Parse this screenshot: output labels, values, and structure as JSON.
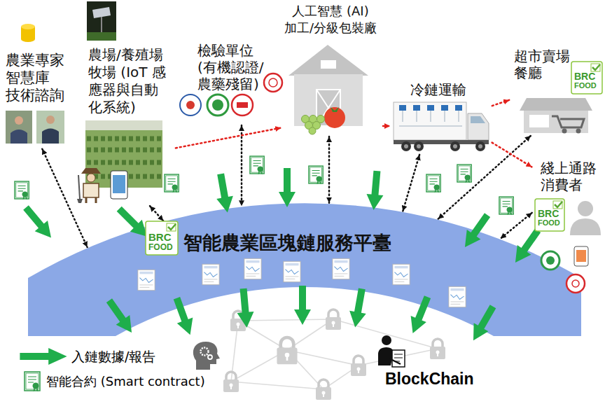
{
  "diagram": {
    "nodes": [
      {
        "text": [
          "農業專家 智慧庫 技術諮詢"
        ]
      },
      {
        "text": [
          "農場/養殖場 牧場 (IoT 感 應器與自動 化系統)"
        ]
      },
      {
        "text": [
          "檢驗單位 (有機認證/ 農藥殘留)"
        ]
      },
      {
        "text": [
          "人工智慧 (AI) 加工/分級包裝廠"
        ]
      },
      {
        "text": [
          "冷鏈運輸"
        ]
      },
      {
        "text": [
          "超市賣場 餐廳"
        ]
      },
      {
        "text": [
          "綫上通路 消費者"
        ]
      },
      {
        "text": [
          "智能農業區塊鏈服務平臺"
        ]
      }
    ],
    "edges": [
      {
        "from": 0,
        "to": 7,
        "arrow": "both"
      },
      {
        "from": 1,
        "to": 7,
        "arrow": "both"
      },
      {
        "from": 2,
        "to": 7,
        "arrow": "both"
      },
      {
        "from": 3,
        "to": 7,
        "arrow": "both"
      },
      {
        "from": 4,
        "to": 7,
        "arrow": "both"
      },
      {
        "from": 5,
        "to": 7,
        "arrow": "both"
      },
      {
        "from": 6,
        "to": 7,
        "arrow": "both"
      },
      {
        "from": 1,
        "to": 3,
        "arrow": "to"
      },
      {
        "from": 3,
        "to": 4,
        "arrow": "to"
      },
      {
        "from": 4,
        "to": 5,
        "arrow": "to"
      },
      {
        "from": 4,
        "to": 6,
        "arrow": "to"
      }
    ],
    "labels": [
      "BRC",
      "FOOD",
      "BRC",
      "FOOD",
      "BRC",
      "FOOD",
      "BlockChain"
    ],
    "legend": [
      {
        "text": "入鏈數據/報告"
      },
      {
        "text": "智能合約 (Smart contract)"
      }
    ]
  }
}
